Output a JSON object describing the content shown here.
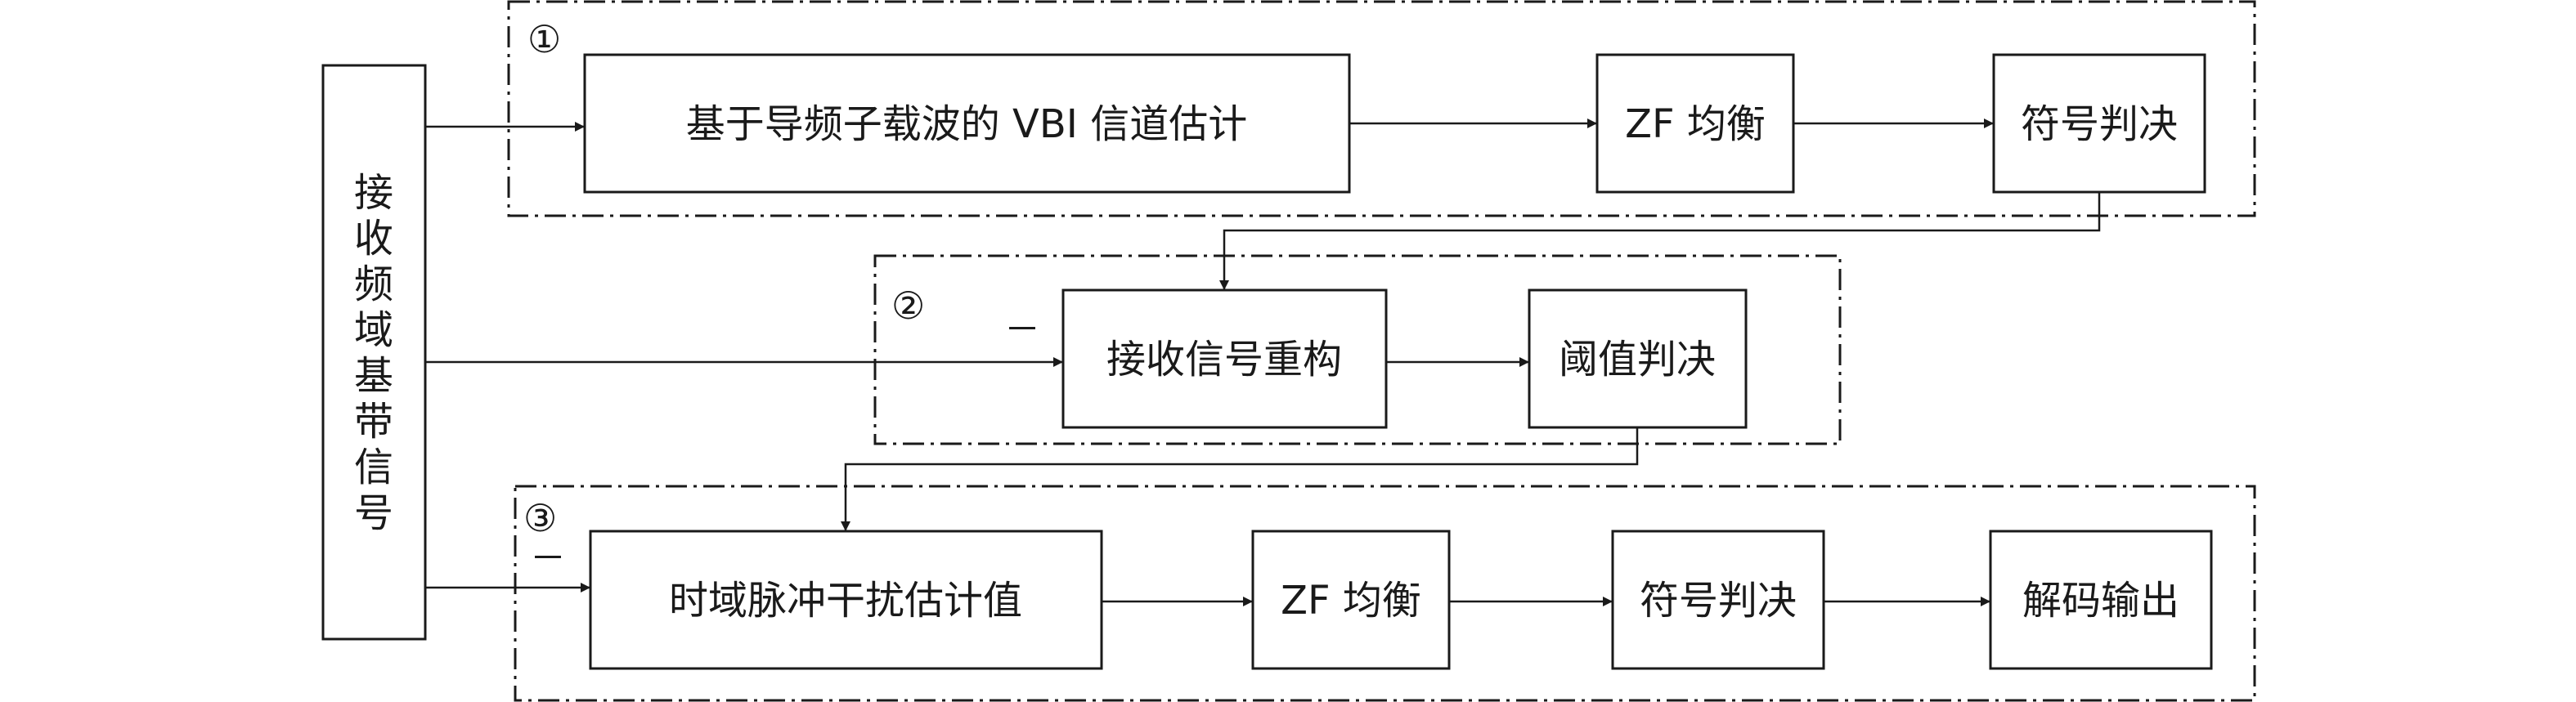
{
  "input": {
    "label": "接收频域基带信号",
    "chars": [
      "接",
      "收",
      "频",
      "域",
      "基",
      "带",
      "信",
      "号"
    ]
  },
  "groups": [
    {
      "id": "1",
      "number": "①"
    },
    {
      "id": "2",
      "number": "②"
    },
    {
      "id": "3",
      "number": "③"
    }
  ],
  "blocks": {
    "vbi_estimation": "基于导频子载波的 VBI 信道估计",
    "zf_eq_1": "ZF 均衡",
    "symbol_decision_1": "符号判决",
    "signal_reconstruction": "接收信号重构",
    "threshold_decision": "阈值判决",
    "impulse_estimation": "时域脉冲干扰估计值",
    "zf_eq_2": "ZF 均衡",
    "symbol_decision_2": "符号判决",
    "decode_output": "解码输出"
  },
  "signs": {
    "minus_2": "－",
    "minus_3": "－"
  }
}
